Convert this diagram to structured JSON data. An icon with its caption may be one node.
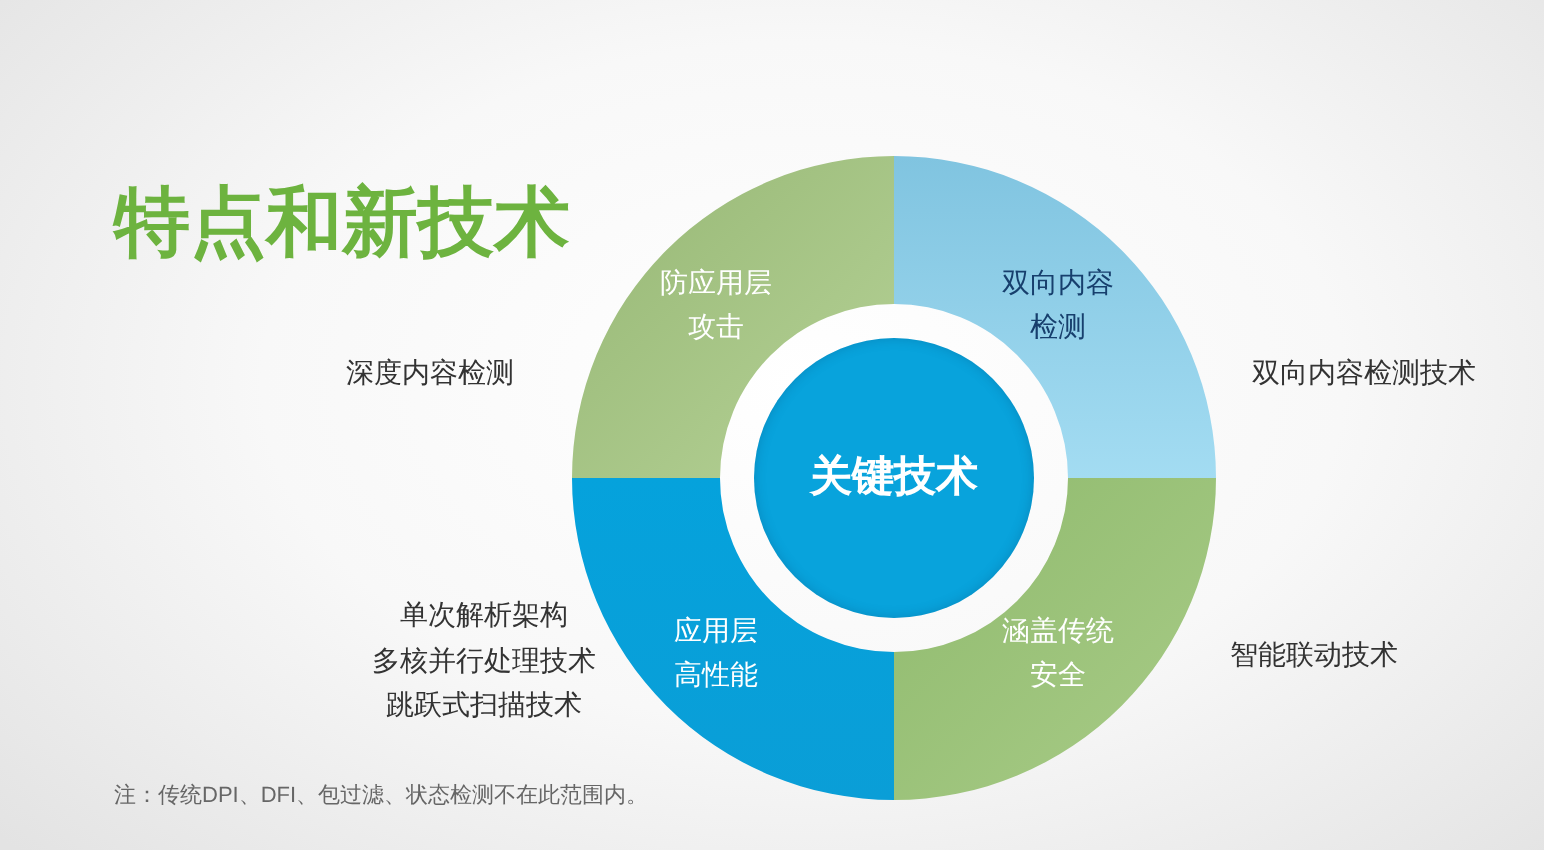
{
  "diagram": {
    "title": "特点和新技术",
    "nodes": [
      {
        "text": [
          "防应用层攻击"
        ],
        "beside": [
          "深度内容检测"
        ]
      },
      {
        "text": [
          "双向内容检测"
        ],
        "beside": [
          "双向内容检测技术"
        ]
      },
      {
        "text": [
          "关键技术"
        ]
      },
      {
        "text": [
          "应用层高性能"
        ],
        "beside": [
          "单次解析架构",
          "多核并行处理技术",
          "跳跃式扫描技术"
        ]
      },
      {
        "text": [
          "涵盖传统安全"
        ],
        "beside": [
          "智能联动技术"
        ]
      }
    ],
    "labels": [
      "注：传统DPI、DFI、包过滤、状态检测不在此范围内。"
    ]
  }
}
